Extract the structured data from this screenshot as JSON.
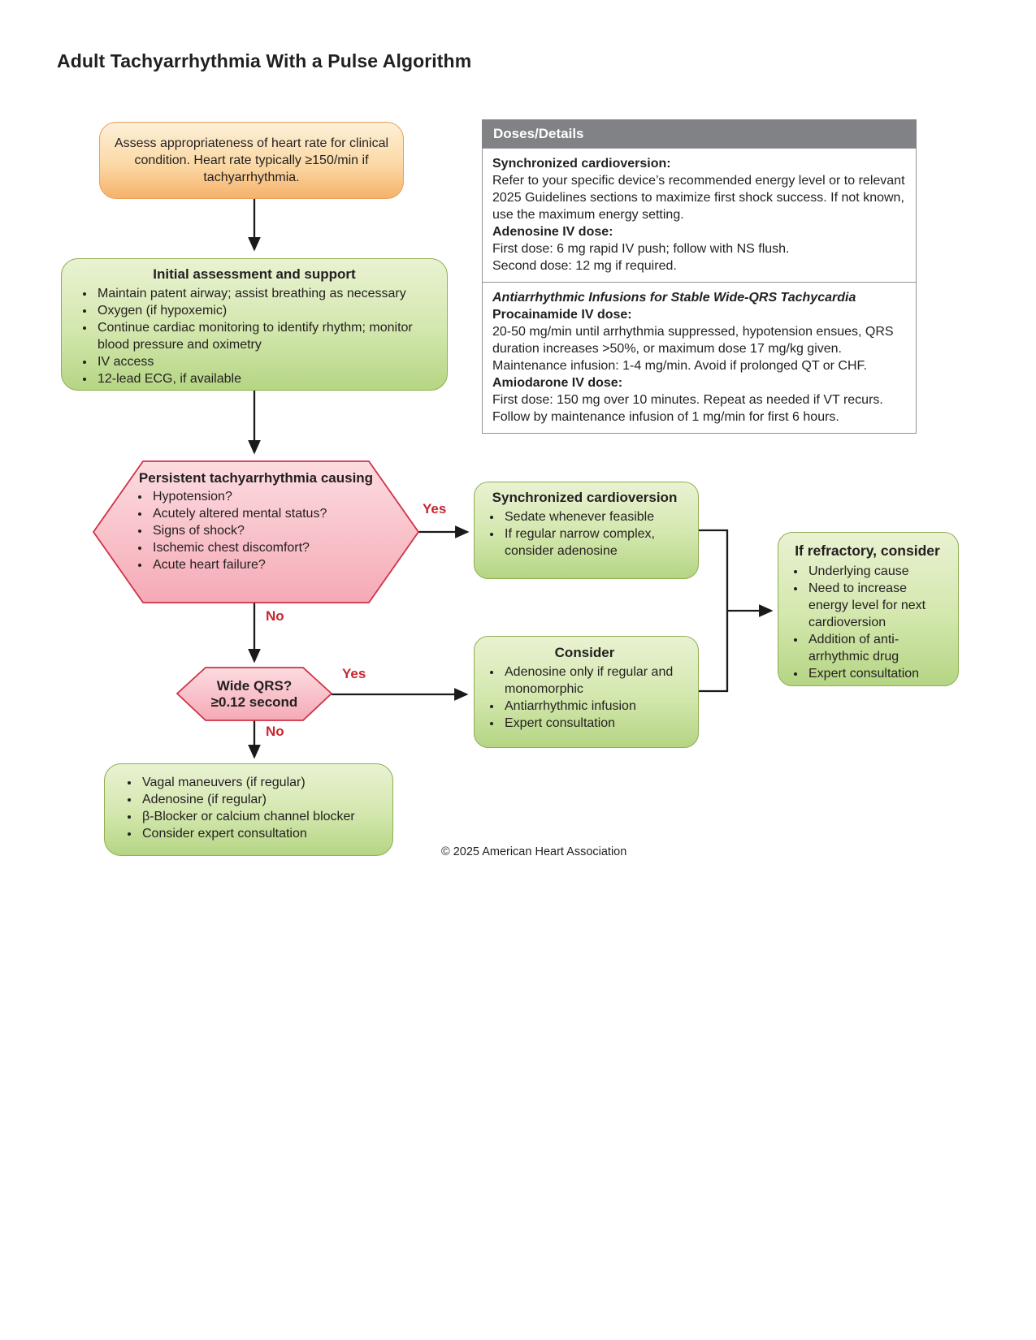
{
  "page": {
    "title": "Adult Tachyarrhythmia With a Pulse Algorithm",
    "copyright": "© 2025 American Heart Association"
  },
  "colors": {
    "accent_red": "#c9252d",
    "header_gray": "#808285",
    "green_border": "#8fae51",
    "green_fill_top": "#e9f2d2",
    "green_fill_bottom": "#b5d584",
    "pink_border": "#cf3148",
    "pink_fill_top": "#fcdce0",
    "pink_fill_bottom": "#f5aab6",
    "orange_border": "#e9a05b",
    "orange_fill_top": "#fdf0d8",
    "orange_fill_bottom": "#f6b26b",
    "arrow_black": "#1a1a1a"
  },
  "flow": {
    "assess": {
      "text": "Assess appropriateness of heart rate for clinical condition. Heart rate typically ≥150/min if tachyarrhythmia."
    },
    "initial": {
      "title": "Initial assessment and support",
      "bullets": [
        "Maintain patent airway; assist breathing as necessary",
        "Oxygen (if hypoxemic)",
        "Continue cardiac monitoring to identify rhythm; monitor blood pressure and oximetry",
        "IV access",
        "12-lead ECG, if available"
      ]
    },
    "persistent": {
      "title": "Persistent tachyarrhythmia causing",
      "bullets": [
        "Hypotension?",
        "Acutely altered mental status?",
        "Signs of shock?",
        "Ischemic chest discomfort?",
        "Acute heart failure?"
      ]
    },
    "sync": {
      "title": "Synchronized cardioversion",
      "bullets": [
        "Sedate whenever feasible",
        "If regular narrow complex, consider adenosine"
      ]
    },
    "refractory": {
      "title": "If refractory, consider",
      "bullets": [
        "Underlying cause",
        "Need to increase energy level for next cardioversion",
        "Addition of anti-arrhythmic drug",
        "Expert consultation"
      ]
    },
    "wide_qrs": {
      "line1": "Wide QRS?",
      "line2": "≥0.12 second"
    },
    "consider": {
      "title": "Consider",
      "bullets": [
        "Adenosine only if regular and monomorphic",
        "Antiarrhythmic infusion",
        "Expert consultation"
      ]
    },
    "narrow": {
      "bullets": [
        "Vagal maneuvers (if regular)",
        "Adenosine (if regular)",
        "β-Blocker or calcium channel blocker",
        "Consider expert consultation"
      ]
    },
    "labels": {
      "yes1": "Yes",
      "no1": "No",
      "yes2": "Yes",
      "no2": "No"
    }
  },
  "doses_panel": {
    "header": "Doses/Details",
    "section1": {
      "h1": "Synchronized cardioversion:",
      "p1": "Refer to your specific device’s recommended energy level or to relevant 2025 Guidelines sections to maximize first shock success. If not known, use the maximum energy setting.",
      "h2": "Adenosine IV dose:",
      "p2": "First dose: 6 mg rapid IV push; follow with NS flush.",
      "p3": "Second dose: 12 mg if required."
    },
    "section2": {
      "title": "Antiarrhythmic Infusions for Stable Wide-QRS Tachycardia",
      "h1": "Procainamide IV dose:",
      "p1": "20-50 mg/min until arrhythmia suppressed, hypotension ensues, QRS duration increases >50%, or maximum dose 17 mg/kg given. Maintenance infusion: 1-4 mg/min. Avoid if prolonged QT or CHF.",
      "h2": "Amiodarone IV dose:",
      "p2": "First dose: 150 mg over 10 minutes. Repeat as needed if VT recurs. Follow by maintenance infusion of 1 mg/min for first 6 hours."
    }
  }
}
